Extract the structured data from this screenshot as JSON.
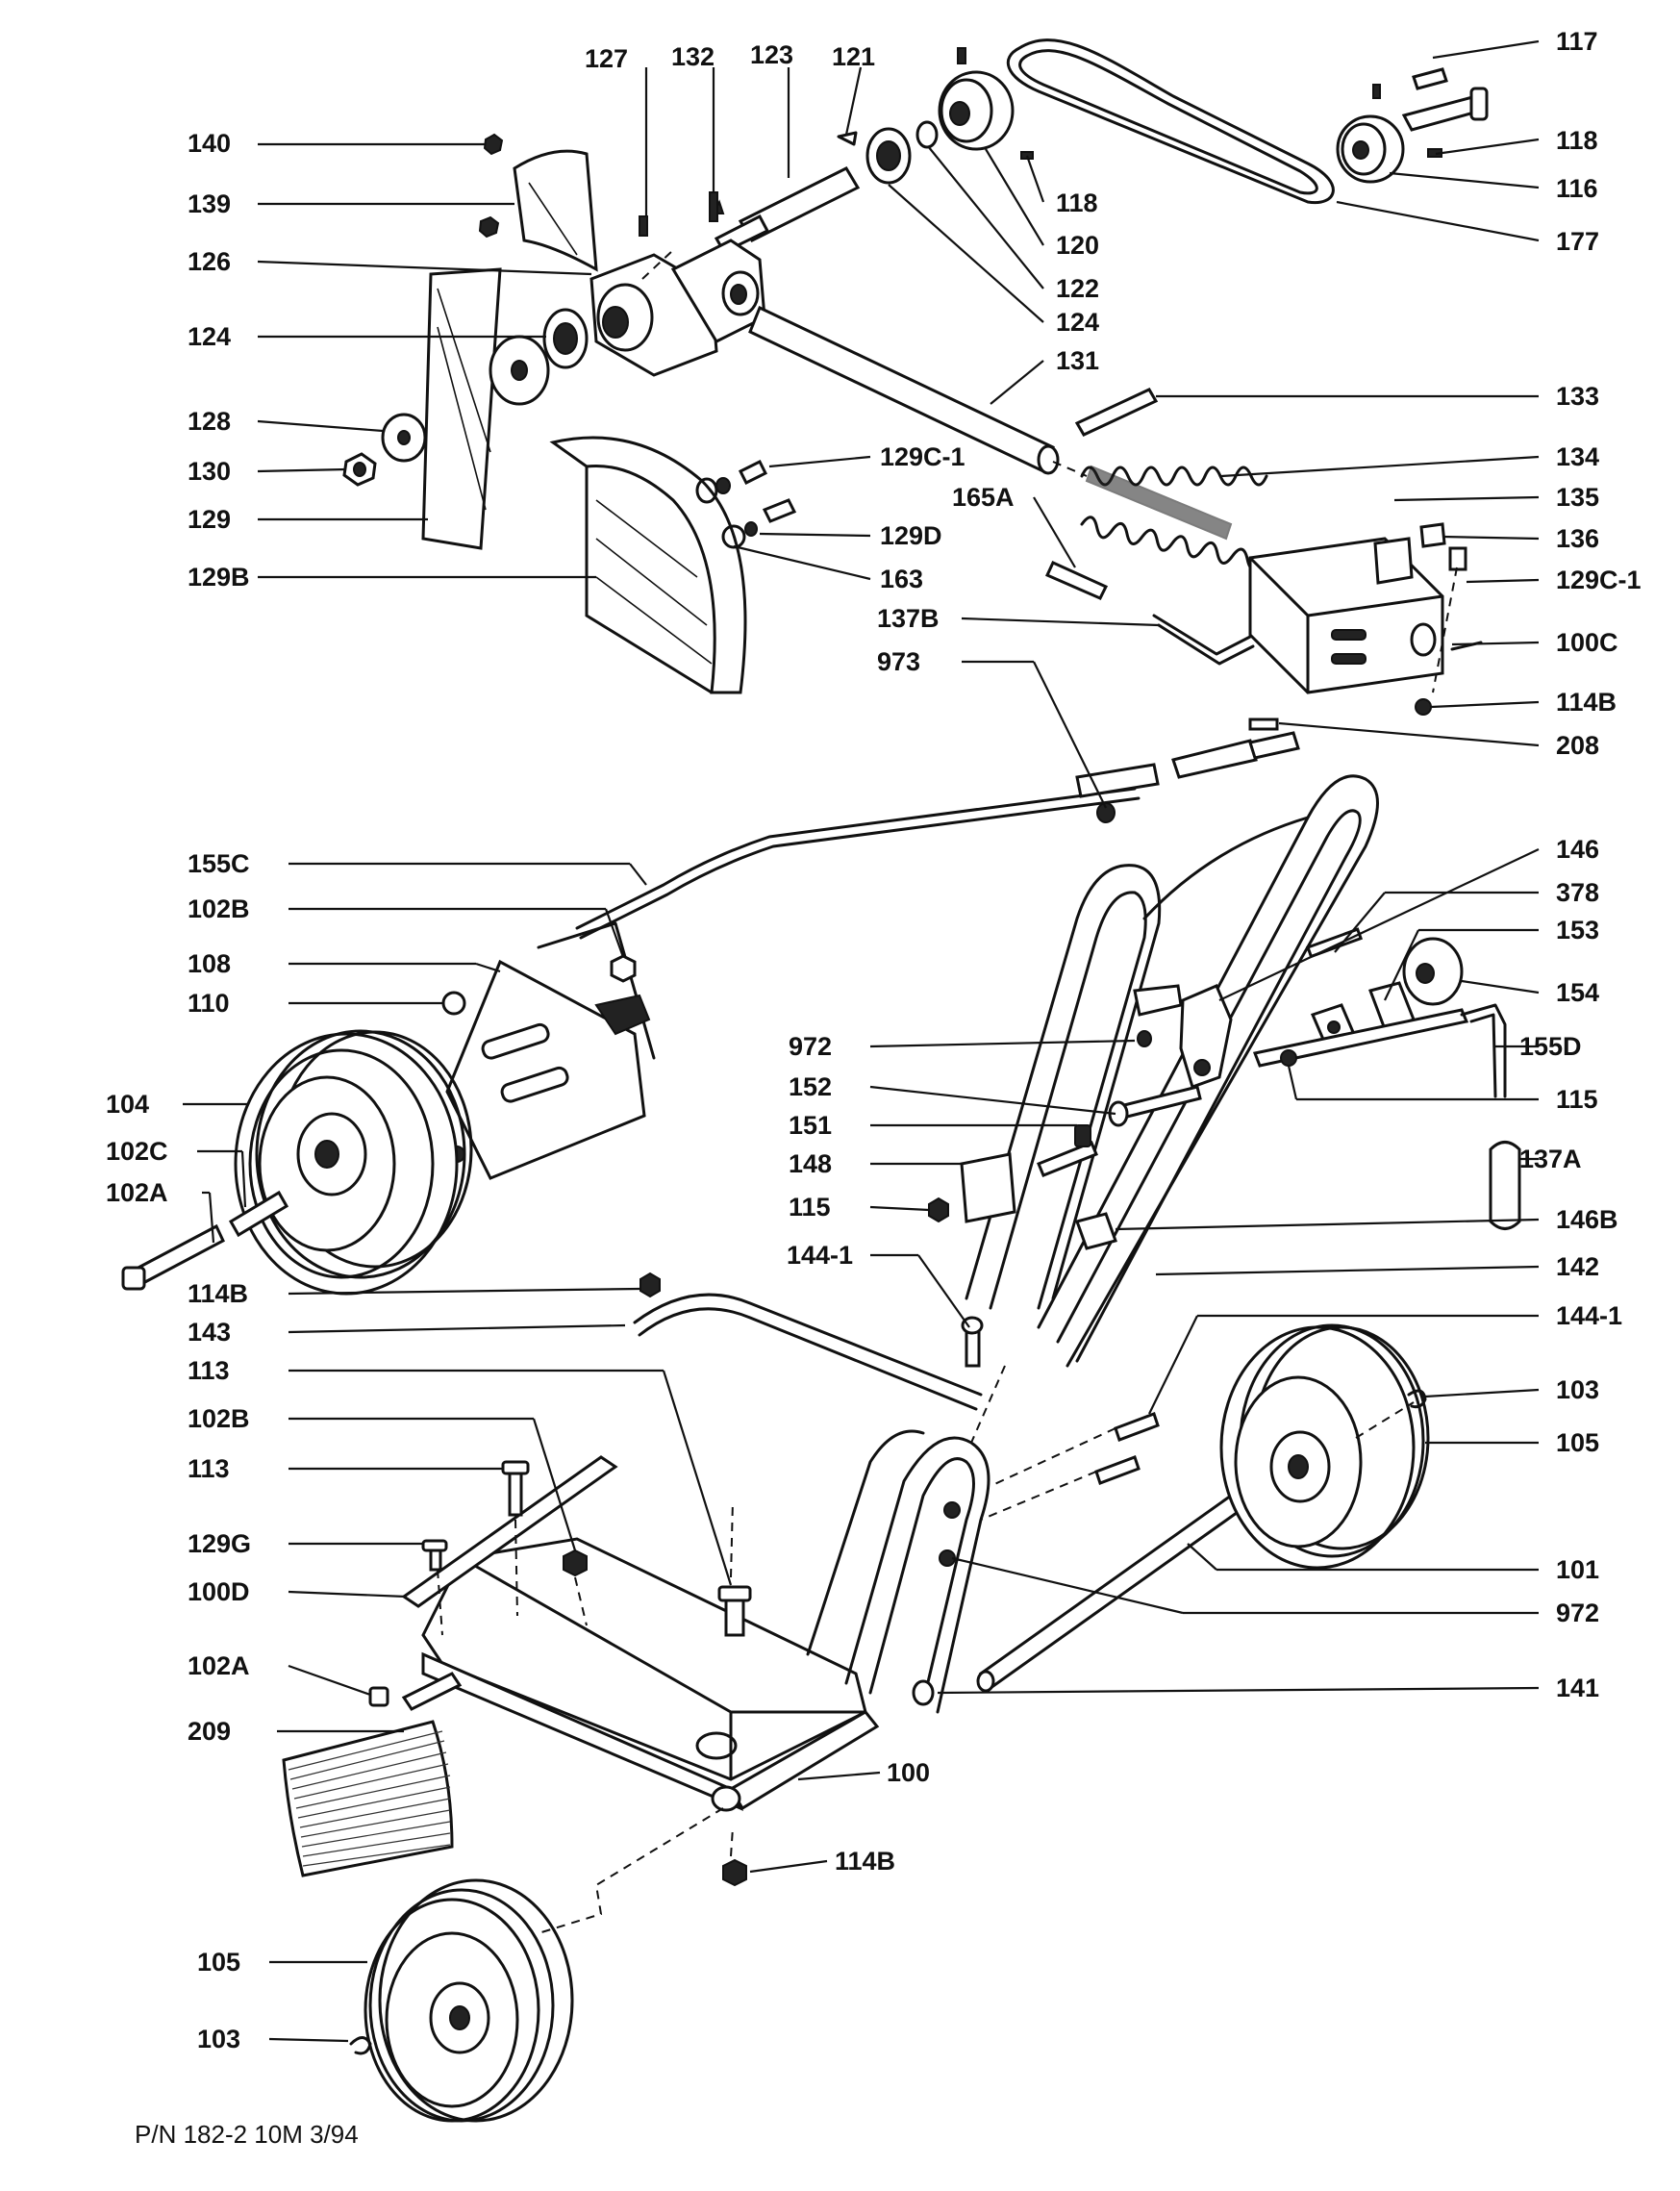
{
  "diagram": {
    "callouts": [
      {
        "id": "117",
        "label": "117"
      },
      {
        "id": "127",
        "label": "127"
      },
      {
        "id": "132",
        "label": "132"
      },
      {
        "id": "123",
        "label": "123"
      },
      {
        "id": "121",
        "label": "121"
      },
      {
        "id": "140",
        "label": "140"
      },
      {
        "id": "118a",
        "label": "118"
      },
      {
        "id": "139",
        "label": "139"
      },
      {
        "id": "118b",
        "label": "118"
      },
      {
        "id": "116",
        "label": "116"
      },
      {
        "id": "120",
        "label": "120"
      },
      {
        "id": "177",
        "label": "177"
      },
      {
        "id": "126",
        "label": "126"
      },
      {
        "id": "122",
        "label": "122"
      },
      {
        "id": "124a",
        "label": "124"
      },
      {
        "id": "124b",
        "label": "124"
      },
      {
        "id": "131",
        "label": "131"
      },
      {
        "id": "133",
        "label": "133"
      },
      {
        "id": "128",
        "label": "128"
      },
      {
        "id": "129c1a",
        "label": "129C-1"
      },
      {
        "id": "134",
        "label": "134"
      },
      {
        "id": "130",
        "label": "130"
      },
      {
        "id": "165a",
        "label": "165A"
      },
      {
        "id": "135",
        "label": "135"
      },
      {
        "id": "129",
        "label": "129"
      },
      {
        "id": "129d",
        "label": "129D"
      },
      {
        "id": "136",
        "label": "136"
      },
      {
        "id": "129b",
        "label": "129B"
      },
      {
        "id": "163",
        "label": "163"
      },
      {
        "id": "129c1b",
        "label": "129C-1"
      },
      {
        "id": "137b",
        "label": "137B"
      },
      {
        "id": "100c",
        "label": "100C"
      },
      {
        "id": "973",
        "label": "973"
      },
      {
        "id": "114ba",
        "label": "114B"
      },
      {
        "id": "208",
        "label": "208"
      },
      {
        "id": "155c",
        "label": "155C"
      },
      {
        "id": "146",
        "label": "146"
      },
      {
        "id": "102ba",
        "label": "102B"
      },
      {
        "id": "378",
        "label": "378"
      },
      {
        "id": "153",
        "label": "153"
      },
      {
        "id": "108",
        "label": "108"
      },
      {
        "id": "154",
        "label": "154"
      },
      {
        "id": "110",
        "label": "110"
      },
      {
        "id": "972a",
        "label": "972"
      },
      {
        "id": "155d",
        "label": "155D"
      },
      {
        "id": "152",
        "label": "152"
      },
      {
        "id": "115a",
        "label": "115"
      },
      {
        "id": "104",
        "label": "104"
      },
      {
        "id": "151",
        "label": "151"
      },
      {
        "id": "102c",
        "label": "102C"
      },
      {
        "id": "148",
        "label": "148"
      },
      {
        "id": "137a",
        "label": "137A"
      },
      {
        "id": "102aa",
        "label": "102A"
      },
      {
        "id": "115b",
        "label": "115"
      },
      {
        "id": "146b",
        "label": "146B"
      },
      {
        "id": "142",
        "label": "142"
      },
      {
        "id": "114bb",
        "label": "114B"
      },
      {
        "id": "144-1a",
        "label": "144-1"
      },
      {
        "id": "143",
        "label": "143"
      },
      {
        "id": "144-1b",
        "label": "144-1"
      },
      {
        "id": "113a",
        "label": "113"
      },
      {
        "id": "103a",
        "label": "103"
      },
      {
        "id": "102bb",
        "label": "102B"
      },
      {
        "id": "105a",
        "label": "105"
      },
      {
        "id": "113b",
        "label": "113"
      },
      {
        "id": "129g",
        "label": "129G"
      },
      {
        "id": "101",
        "label": "101"
      },
      {
        "id": "100d",
        "label": "100D"
      },
      {
        "id": "972b",
        "label": "972"
      },
      {
        "id": "102ab",
        "label": "102A"
      },
      {
        "id": "141",
        "label": "141"
      },
      {
        "id": "209",
        "label": "209"
      },
      {
        "id": "100",
        "label": "100"
      },
      {
        "id": "114bc",
        "label": "114B"
      },
      {
        "id": "105b",
        "label": "105"
      },
      {
        "id": "103b",
        "label": "103"
      }
    ],
    "footer": "P/N 182-2 10M 3/94"
  }
}
